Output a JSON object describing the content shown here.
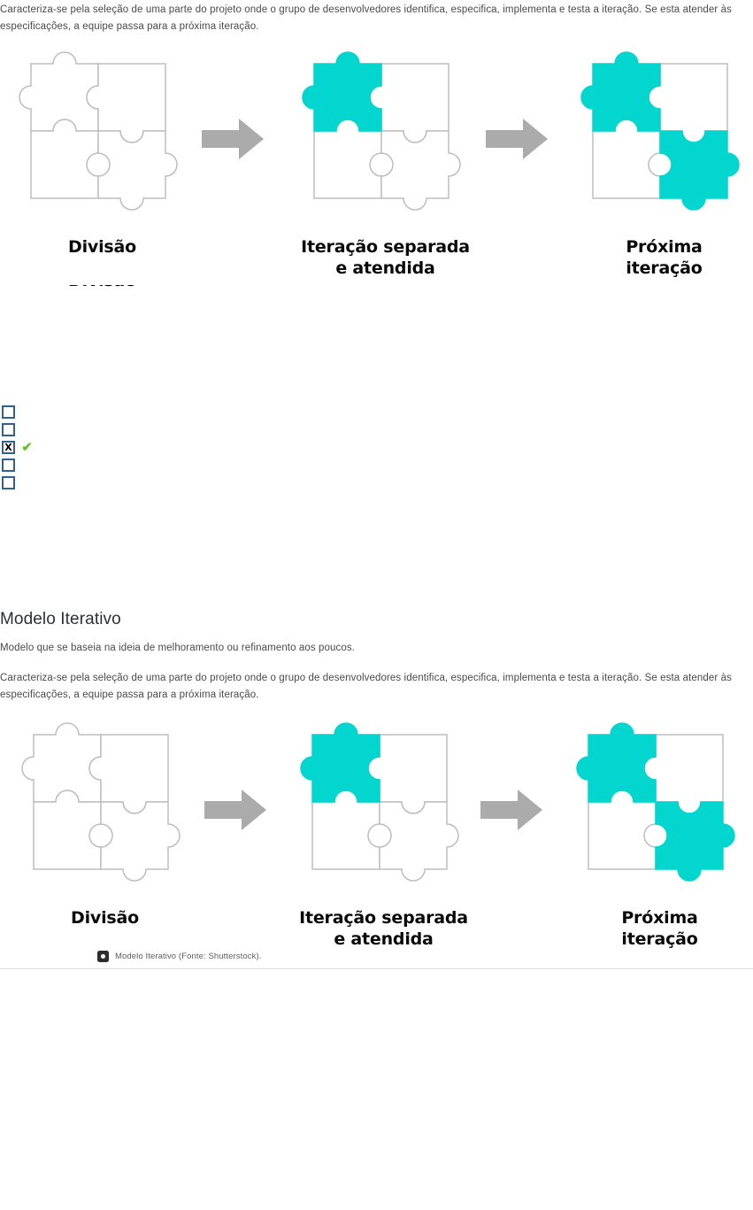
{
  "colors": {
    "puzzle_highlight": "#03D6CE",
    "puzzle_outline": "#BDBDBD",
    "arrow": "#ABABAB",
    "checkbox_border": "#31618F",
    "tick": "#5FBF1C",
    "heading_text": "#2C3035",
    "body_text": "#4A4A4A",
    "caption_text": "#5F5F5F",
    "divider": "#DCDCDC"
  },
  "top_excerpt": {
    "paragraph": "Caracteriza-se pela seleção de uma parte do projeto onde o grupo de desenvolvedores identifica, especifica, implementa e testa a iteração. Se esta atender às especificações, a equipe passa para a próxima iteração."
  },
  "diagram": {
    "labels": [
      "Divisão",
      "Iteração separada\ne atendida",
      "Próxima\niteração"
    ],
    "label_1": "Divisão",
    "label_2_line1": "Iteração separada",
    "label_2_line2": "e atendida",
    "label_3_line1": "Próxima",
    "label_3_line2": "iteração",
    "arrow_icon": "arrow-right-icon",
    "stages": [
      {
        "name": "Divisão",
        "highlighted_pieces": []
      },
      {
        "name": "Iteração separada e atendida",
        "highlighted_pieces": [
          "top-left"
        ]
      },
      {
        "name": "Próxima iteração",
        "highlighted_pieces": [
          "top-left",
          "bottom-right"
        ]
      }
    ]
  },
  "quiz": {
    "options": [
      {
        "state": "unchecked",
        "mark": ""
      },
      {
        "state": "unchecked",
        "mark": ""
      },
      {
        "state": "checked",
        "mark": "X",
        "correct": true,
        "tick": "✔"
      },
      {
        "state": "unchecked",
        "mark": ""
      },
      {
        "state": "unchecked",
        "mark": ""
      }
    ]
  },
  "section": {
    "heading": "Modelo Iterativo",
    "paragraph_1": "Modelo que se baseia na ideia de melhoramento ou refinamento aos poucos.",
    "paragraph_2": "Caracteriza-se pela seleção de uma parte do projeto onde o grupo de desenvolvedores identifica, especifica, implementa e testa a iteração. Se esta atender às especificações, a equipe passa para a próxima iteração.",
    "caption": "Modelo Iterativo (Fonte: Shutterstock).",
    "caption_icon": "camera-icon"
  }
}
